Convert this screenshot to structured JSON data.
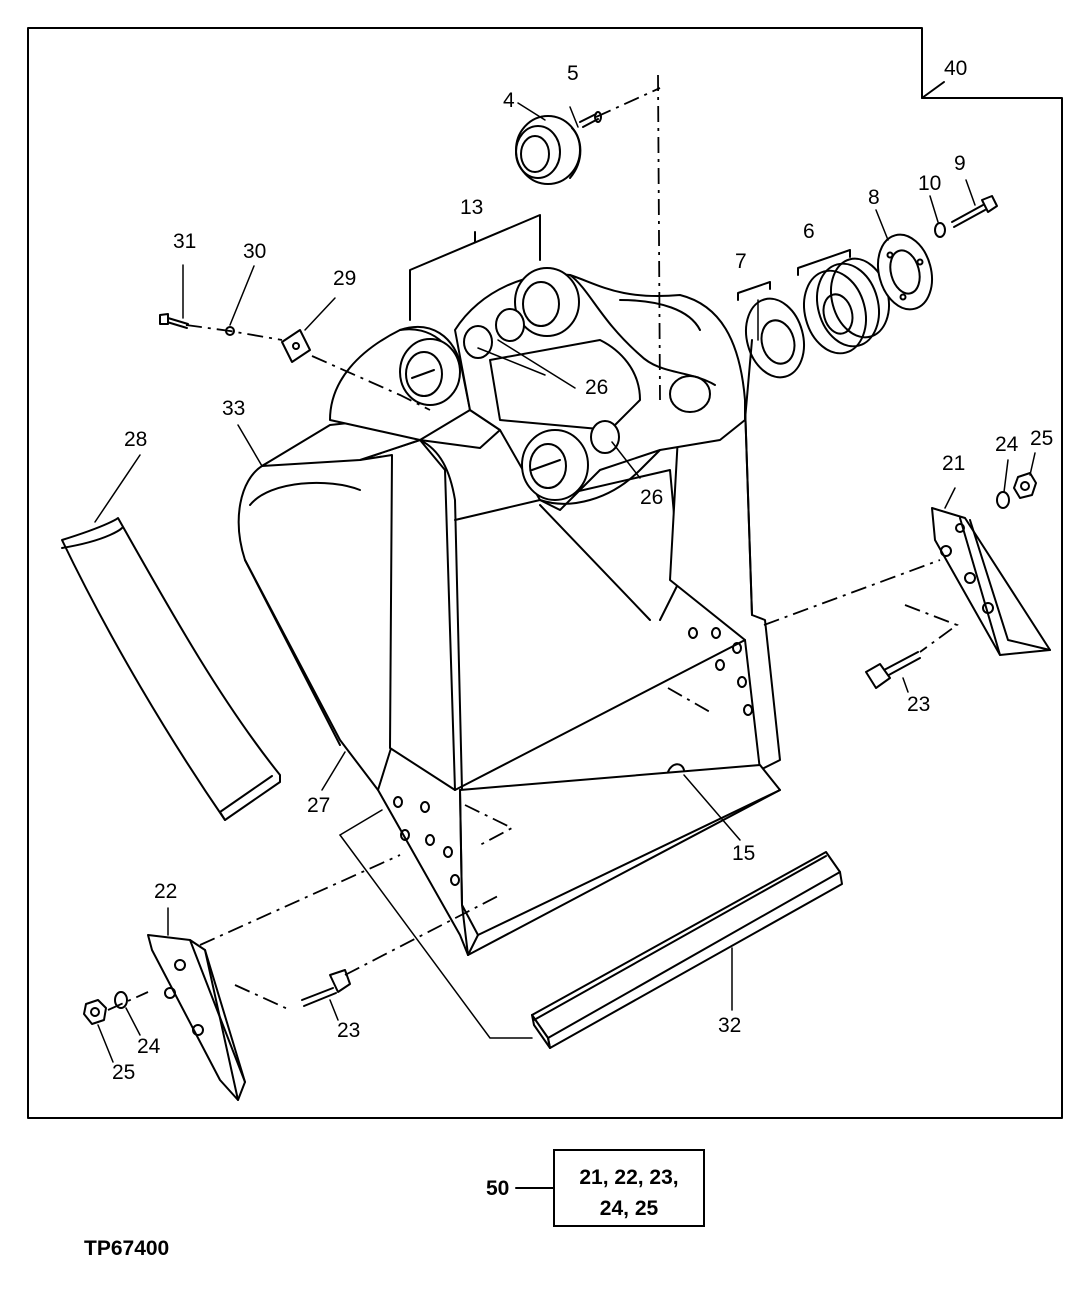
{
  "figure_id": "TP67400",
  "callouts": {
    "c4": "4",
    "c5": "5",
    "c6": "6",
    "c7": "7",
    "c8": "8",
    "c9": "9",
    "c10": "10",
    "c13": "13",
    "c15": "15",
    "c21": "21",
    "c22": "22",
    "c23a": "23",
    "c23b": "23",
    "c24a": "24",
    "c24b": "24",
    "c25a": "25",
    "c25b": "25",
    "c26a": "26",
    "c26b": "26",
    "c27": "27",
    "c28": "28",
    "c29": "29",
    "c30": "30",
    "c31": "31",
    "c32": "32",
    "c33": "33",
    "c40": "40",
    "c50": "50"
  },
  "kit_box": {
    "line1": "21, 22, 23,",
    "line2": "24, 25"
  }
}
